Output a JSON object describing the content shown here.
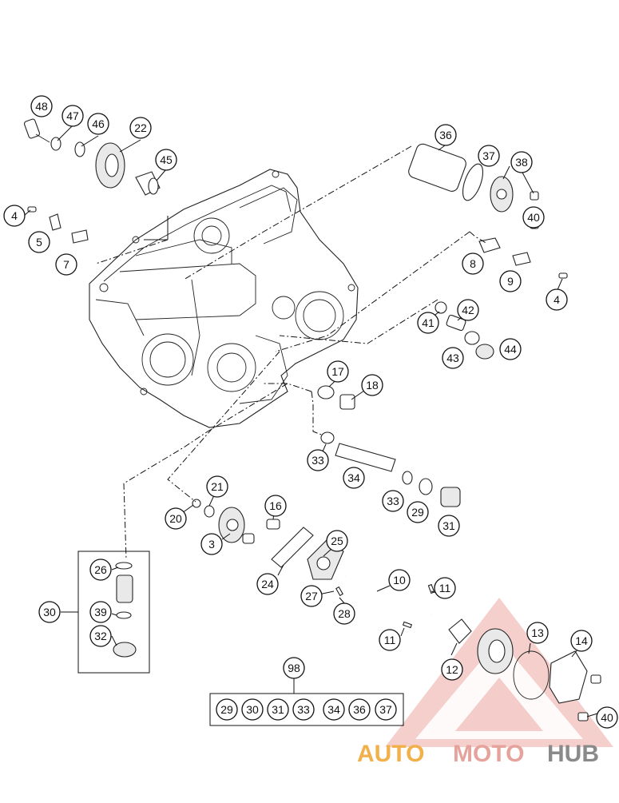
{
  "callouts": {
    "c48": "48",
    "c47": "47",
    "c46": "46",
    "c22": "22",
    "c45": "45",
    "c4a": "4",
    "c5": "5",
    "c7": "7",
    "c36": "36",
    "c37": "37",
    "c38": "38",
    "c40a": "40",
    "c8": "8",
    "c9": "9",
    "c4b": "4",
    "c42": "42",
    "c41": "41",
    "c43": "43",
    "c44": "44",
    "c17": "17",
    "c18": "18",
    "c33a": "33",
    "c34": "34",
    "c33b": "33",
    "c29a": "29",
    "c31a": "31",
    "c21": "21",
    "c16": "16",
    "c20": "20",
    "c3": "3",
    "c25": "25",
    "c24": "24",
    "c10": "10",
    "c11a": "11",
    "c27": "27",
    "c28": "28",
    "c11b": "11",
    "c13": "13",
    "c14": "14",
    "c12": "12",
    "c40b": "40",
    "c26": "26",
    "c30": "30",
    "c39": "39",
    "c32": "32",
    "c98": "98"
  },
  "kit_items": [
    "29",
    "30",
    "31",
    "33",
    "34",
    "36",
    "37"
  ],
  "watermark": {
    "part1": "AUTO",
    "part2": "MOTO",
    "part3": "HUB",
    "colors": {
      "auto": "#f2b04a",
      "moto": "#e5a39c",
      "hub": "#8a8a8a",
      "triangle": "#e88a84"
    }
  }
}
